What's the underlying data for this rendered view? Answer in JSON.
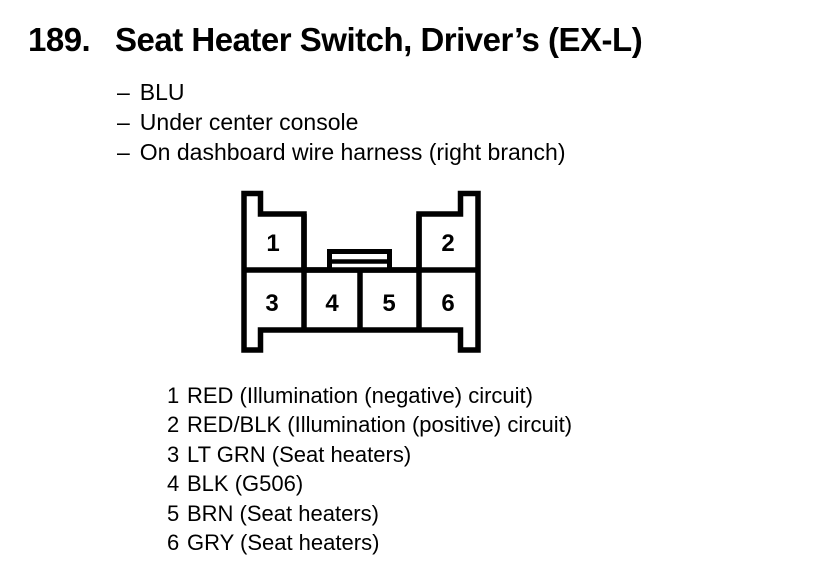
{
  "page": {
    "item_number": "189.",
    "title": "Seat Heater Switch, Driver’s (EX-L)"
  },
  "details": {
    "dash": "–",
    "items": [
      "BLU",
      "Under center console",
      "On dashboard wire harness (right branch)"
    ]
  },
  "connector": {
    "description": "6-cavity connector, wire side view, latch at top center",
    "cavity_numbers": [
      "1",
      "2",
      "3",
      "4",
      "5",
      "6"
    ]
  },
  "pinout": {
    "rows": [
      {
        "pin": "1",
        "desc": "RED (Illumination (negative) circuit)"
      },
      {
        "pin": "2",
        "desc": "RED/BLK (Illumination (positive) circuit)"
      },
      {
        "pin": "3",
        "desc": "LT GRN (Seat heaters)"
      },
      {
        "pin": "4",
        "desc": "BLK (G506)"
      },
      {
        "pin": "5",
        "desc": "BRN (Seat heaters)"
      },
      {
        "pin": "6",
        "desc": "GRY (Seat heaters)"
      }
    ]
  },
  "colors": {
    "ink": "#000000",
    "background": "#ffffff"
  }
}
